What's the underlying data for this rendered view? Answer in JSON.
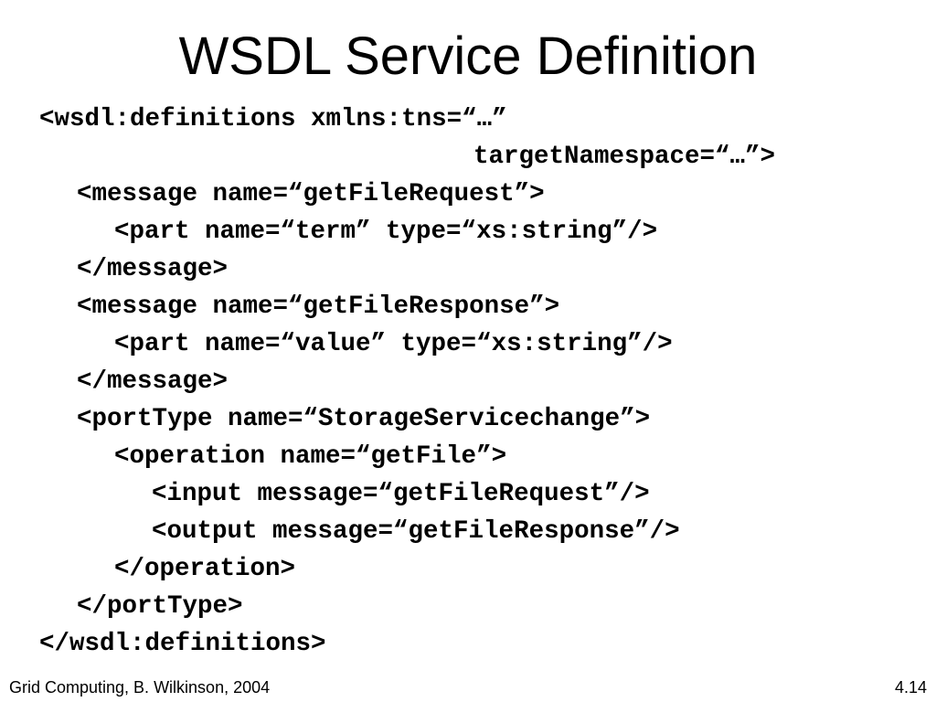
{
  "slide": {
    "title": "WSDL Service Definition",
    "code_lines": [
      "<wsdl:definitions xmlns:tns=“…”",
      "targetNamespace=“…”>",
      "<message name=“getFileRequest”>",
      "<part name=“term” type=“xs:string”/>",
      "</message>",
      "<message name=“getFileResponse”>",
      "<part name=“value” type=“xs:string”/>",
      "</message>",
      "<portType name=“StorageServicechange”>",
      "<operation name=“getFile”>",
      "<input message=“getFileRequest”/>",
      "<output message=“getFileResponse”/>",
      "</operation>",
      "</portType>",
      "</wsdl:definitions>"
    ]
  },
  "footer": {
    "left": "Grid Computing, B. Wilkinson, 2004",
    "right": "4.14"
  }
}
